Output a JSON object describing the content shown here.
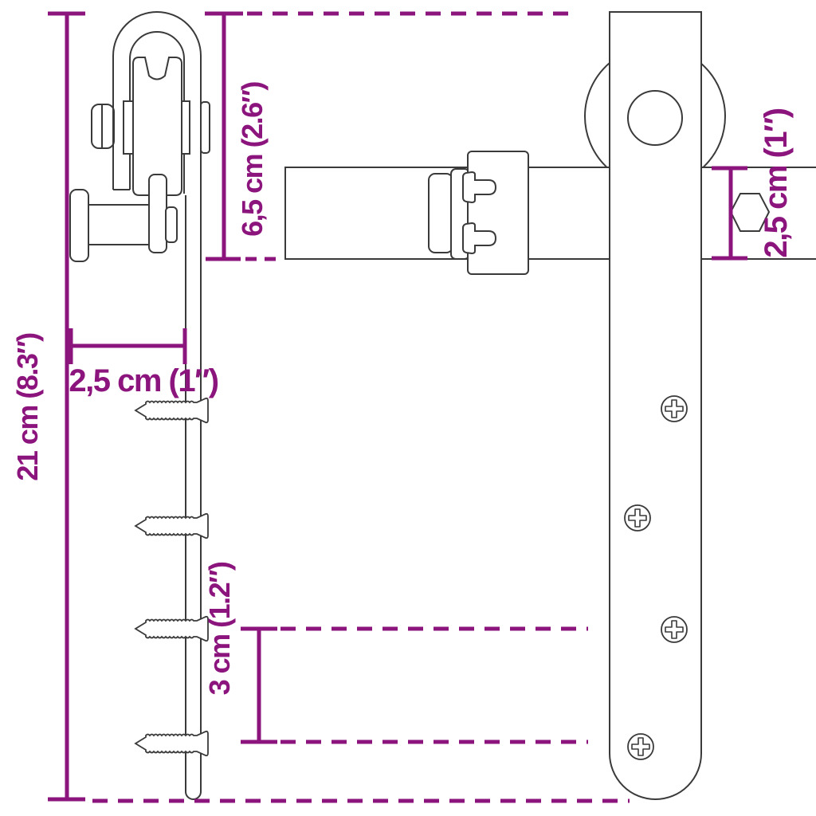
{
  "labels": {
    "total_height": "21 cm (8.3″)",
    "top_to_rail_bottom": "6,5 cm (2.6″)",
    "mount_offset": "2,5 cm (1″)",
    "screw_spacing": "3 cm (1.2″)",
    "rail_height": "2,5 cm (1″)"
  },
  "colors": {
    "dimension": "#8b157d",
    "line_art": "#3a3a3a",
    "background": "#ffffff"
  }
}
